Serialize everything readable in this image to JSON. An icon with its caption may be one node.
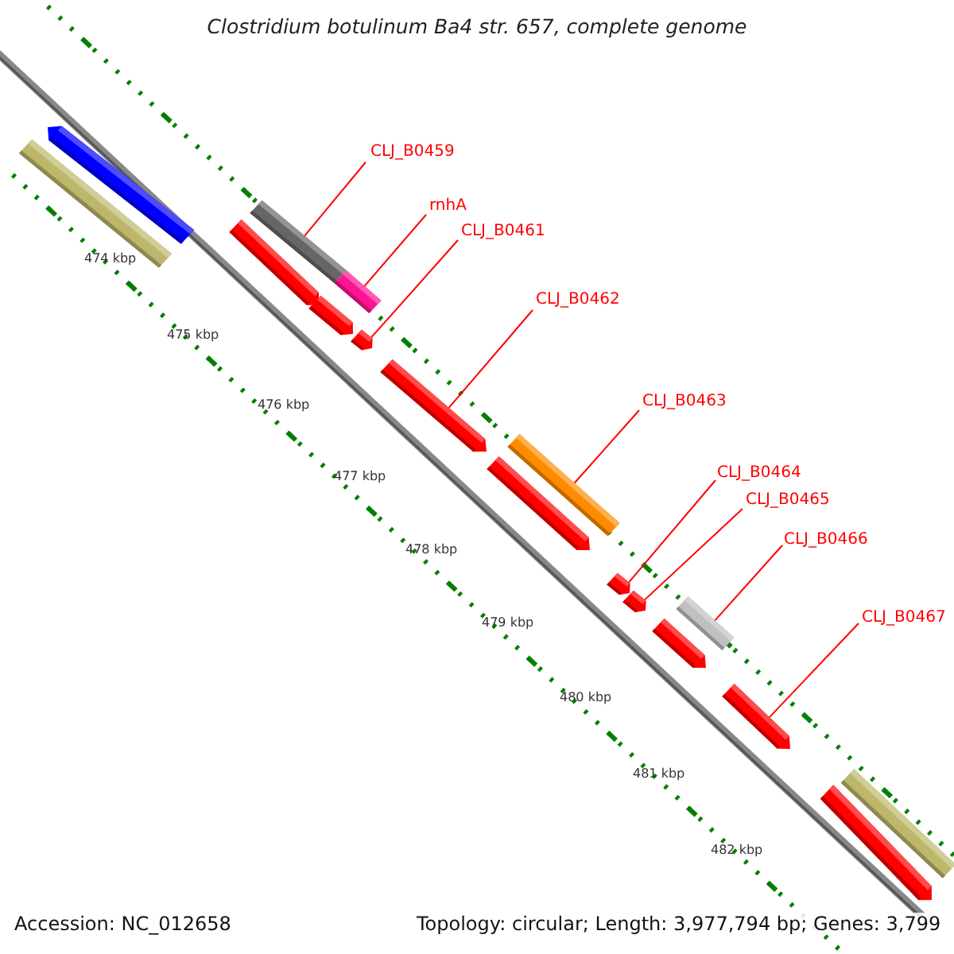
{
  "diagram": {
    "title": "Clostridium botulinum Ba4 str. 657, complete genome",
    "nodes": [
      {
        "text": [
          "CLJ_B0459"
        ]
      },
      {
        "text": [
          "rnhA"
        ]
      },
      {
        "text": [
          "CLJ_B0461"
        ]
      },
      {
        "text": [
          "CLJ_B0462"
        ]
      },
      {
        "text": [
          "CLJ_B0463"
        ]
      },
      {
        "text": [
          "CLJ_B0464"
        ]
      },
      {
        "text": [
          "CLJ_B0465"
        ]
      },
      {
        "text": [
          "CLJ_B0466"
        ]
      },
      {
        "text": [
          "CLJ_B0467"
        ]
      },
      {
        "text": [],
        "shape": "bar"
      },
      {
        "text": [],
        "shape": "bar"
      },
      {
        "text": [],
        "shape": "bar"
      },
      {
        "text": [],
        "shape": "bar"
      },
      {
        "text": [],
        "shape": "bar"
      },
      {
        "text": [],
        "shape": "bar"
      },
      {
        "text": [],
        "shape": "bar"
      },
      {
        "text": [],
        "shape": "bar"
      },
      {
        "text": [],
        "shape": "bar"
      },
      {
        "text": [],
        "shape": "bar"
      },
      {
        "text": [],
        "shape": "bar"
      },
      {
        "text": [],
        "shape": "bar"
      },
      {
        "text": [],
        "shape": "bar"
      },
      {
        "text": [],
        "shape": "bar"
      },
      {
        "text": [],
        "shape": "bar"
      },
      {
        "text": [],
        "shape": "bar"
      },
      {
        "text": [],
        "shape": "bar"
      }
    ],
    "edges": [
      {
        "from": 0,
        "to": 12,
        "arrow": "none"
      },
      {
        "from": 1,
        "to": 13,
        "arrow": "none"
      },
      {
        "from": 2,
        "to": 15,
        "arrow": "none"
      },
      {
        "from": 3,
        "to": 16,
        "arrow": "none"
      },
      {
        "from": 4,
        "to": 17,
        "arrow": "none"
      },
      {
        "from": 5,
        "to": 19,
        "arrow": "none"
      },
      {
        "from": 6,
        "to": 20,
        "arrow": "none"
      },
      {
        "from": 7,
        "to": 21,
        "arrow": "none"
      },
      {
        "from": 8,
        "to": 23,
        "arrow": "none"
      }
    ],
    "labels": [
      "474 kbp",
      "475 kbp",
      "476 kbp",
      "477 kbp",
      "478 kbp",
      "479 kbp",
      "480 kbp",
      "481 kbp",
      "482 kbp",
      "Accession: NC_012658",
      "Topology: circular; Length: 3,977,794 bp; Genes: 3,799"
    ]
  }
}
